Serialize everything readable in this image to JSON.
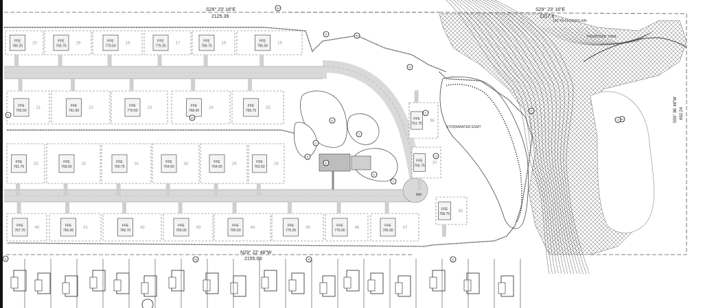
{
  "bearings": {
    "top_left_bearing": "S29° 23' 16\"E",
    "top_left_distance": "2125.39",
    "top_right_bearing": "S29° 23' 16\"E",
    "top_right_distance": "1317.9",
    "bottom_bearing": "N29° 22' 48\"W",
    "bottom_distance": "2155.09",
    "right_bearing": "S59° 36' 48\"W",
    "right_distance": "692.24"
  },
  "labels": {
    "floodplain": "100 YR FLOODPLAIN",
    "proposed_trail": "PROPOSED TRAIL",
    "storm_easement": "STORMWATER ESMT",
    "elevation_mark": "840"
  },
  "lots": [
    {
      "ffe": "FFE",
      "elev": "760.25",
      "num": "20"
    },
    {
      "ffe": "FFE",
      "elev": "765.75",
      "num": "19"
    },
    {
      "ffe": "FFE",
      "elev": "770.50",
      "num": "18"
    },
    {
      "ffe": "FFE",
      "elev": "775.25",
      "num": "17"
    },
    {
      "ffe": "FFE",
      "elev": "766.75",
      "num": "16"
    },
    {
      "ffe": "FFE",
      "elev": "765.00",
      "num": "15"
    },
    {
      "ffe": "FFE",
      "elev": "765.50",
      "num": "21"
    },
    {
      "ffe": "FFE",
      "elev": "761.60",
      "num": "22"
    },
    {
      "ffe": "FFE",
      "elev": "770.50",
      "num": "23"
    },
    {
      "ffe": "FFE",
      "elev": "768.00",
      "num": "24"
    },
    {
      "ffe": "FFE",
      "elev": "765.75",
      "num": "25"
    },
    {
      "ffe": "FFE",
      "elev": "761.75",
      "num": "33"
    },
    {
      "ffe": "FFE",
      "elev": "768.50",
      "num": "32"
    },
    {
      "ffe": "FFE",
      "elev": "760.75",
      "num": "31"
    },
    {
      "ffe": "FFE",
      "elev": "764.60",
      "num": "30"
    },
    {
      "ffe": "FFE",
      "elev": "764.00",
      "num": "29"
    },
    {
      "ffe": "FFE",
      "elev": "762.50",
      "num": "28"
    },
    {
      "ffe": "FFE",
      "elev": "767.70",
      "num": "40"
    },
    {
      "ffe": "FFE",
      "elev": "766.00",
      "num": "41"
    },
    {
      "ffe": "FFE",
      "elev": "766.70",
      "num": "42"
    },
    {
      "ffe": "FFE",
      "elev": "765.00",
      "num": "43"
    },
    {
      "ffe": "FFE",
      "elev": "765.50",
      "num": "44"
    },
    {
      "ffe": "FFE",
      "elev": "775.25",
      "num": "45"
    },
    {
      "ffe": "FFE",
      "elev": "776.00",
      "num": "46"
    },
    {
      "ffe": "FFE",
      "elev": "765.00",
      "num": "47"
    },
    {
      "ffe": "FFE",
      "elev": "761.75",
      "num": "36"
    },
    {
      "ffe": "FFE",
      "elev": "766.75",
      "num": "37"
    },
    {
      "ffe": "FFE",
      "elev": "758.75",
      "num": "38"
    }
  ],
  "callouts": [
    "M",
    "N",
    "M",
    "D",
    "D",
    "M",
    "D",
    "M",
    "H",
    "M",
    "M",
    "D",
    "D",
    "C",
    "C",
    "E",
    "A",
    "E",
    "F",
    "G",
    "C",
    "H"
  ]
}
